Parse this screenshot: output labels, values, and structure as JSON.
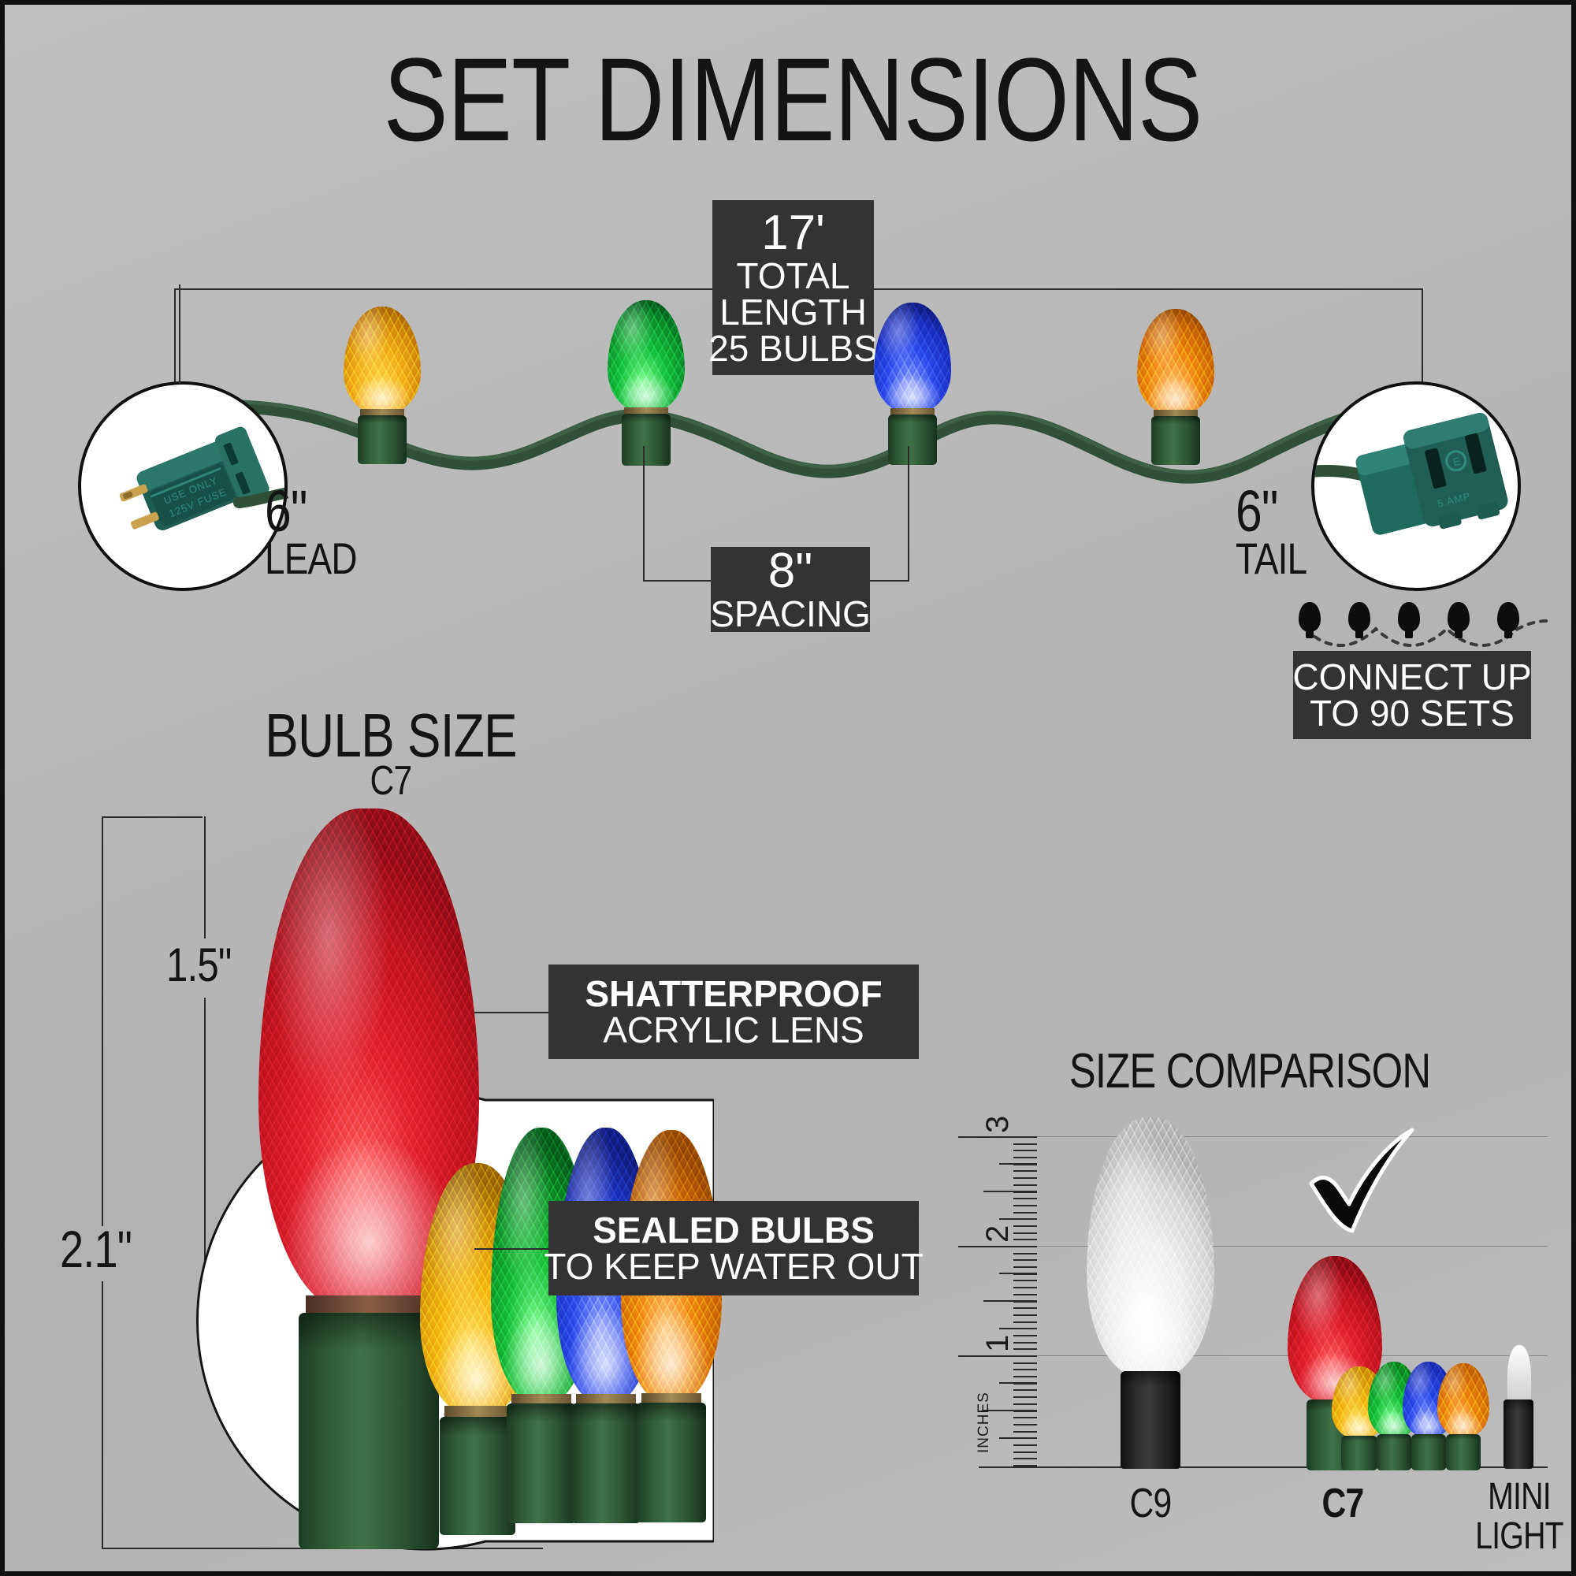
{
  "page": {
    "title": "SET DIMENSIONS",
    "background_color": "#b9b9b9",
    "callout_box_color": "#333333",
    "wire_color": "#2f4f39"
  },
  "string_section": {
    "total_length": {
      "value": "17'",
      "line1": "TOTAL",
      "line2": "LENGTH",
      "line3": "25 BULBS"
    },
    "spacing": {
      "value": "8\"",
      "label": "SPACING"
    },
    "lead": {
      "value": "6\"",
      "label": "LEAD"
    },
    "tail": {
      "value": "6\"",
      "label": "TAIL"
    },
    "connect": {
      "line1": "CONNECT UP",
      "line2": "TO 90 SETS"
    },
    "bulbs": [
      {
        "name": "bulb-yellow",
        "color": "#f0a81a",
        "glow": "#ffd24a"
      },
      {
        "name": "bulb-green",
        "color": "#12b83a",
        "glow": "#62ff7a"
      },
      {
        "name": "bulb-blue",
        "color": "#2440ea",
        "glow": "#6f86ff"
      },
      {
        "name": "bulb-orange",
        "color": "#ef7a17",
        "glow": "#ffb85c"
      }
    ],
    "plug_icon": "male-plug-icon",
    "receptacle_icon": "female-receptacle-icon"
  },
  "bulb_size_section": {
    "heading": "BULB SIZE",
    "subheading": "C7",
    "height_total": "2.1\"",
    "height_lens": "1.5\"",
    "feature_1": {
      "bold": "SHATTERPROOF",
      "regular": "ACRYLIC LENS"
    },
    "feature_2": {
      "bold": "SEALED BULBS",
      "regular": "TO KEEP WATER OUT"
    },
    "main_bulb_color": "#d41824",
    "mini_bulbs": [
      {
        "name": "bulb-yellow",
        "color": "#f2b412"
      },
      {
        "name": "bulb-green",
        "color": "#15b832"
      },
      {
        "name": "bulb-blue",
        "color": "#2a44e6"
      },
      {
        "name": "bulb-orange",
        "color": "#ef7d17"
      }
    ]
  },
  "size_comparison": {
    "heading": "SIZE COMPARISON",
    "ruler_unit": "INCHES",
    "ruler_ticks": [
      "1",
      "2",
      "3"
    ],
    "selected": "C7",
    "items": [
      {
        "name": "c9-bulb",
        "label": "C9",
        "label_line2": "",
        "bold": false,
        "color": "#f3f3f3",
        "base": "black"
      },
      {
        "name": "c7-bulb",
        "label": "C7",
        "label_line2": "",
        "bold": true,
        "color": "#d41824",
        "base": "green"
      },
      {
        "name": "mini-light",
        "label": "MINI",
        "label_line2": "LIGHT",
        "bold": false,
        "color": "#eaeaea",
        "base": "black"
      }
    ],
    "check_icon": "checkmark-icon"
  }
}
